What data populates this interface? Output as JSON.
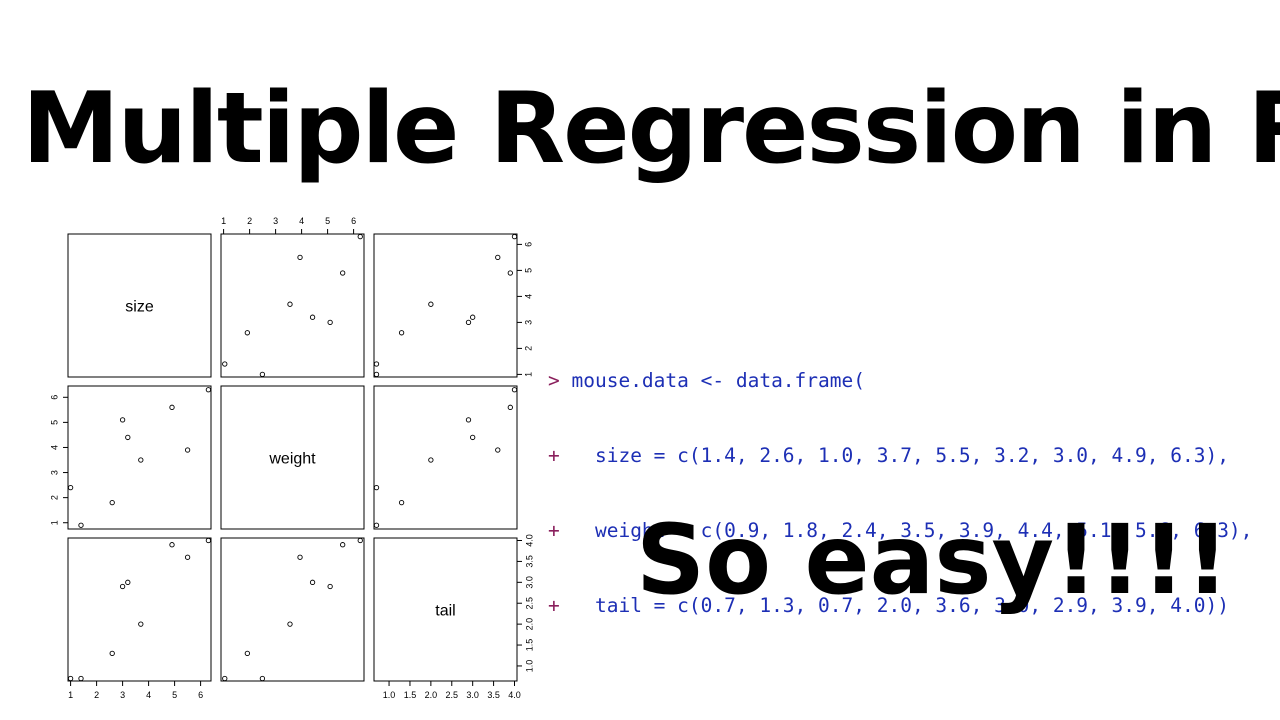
{
  "title": "Multiple Regression in R",
  "tagline": "So easy!!!!",
  "code": {
    "lines": [
      {
        "prompt": ">",
        "text": " mouse.data <- data.frame("
      },
      {
        "prompt": "+",
        "text": "   size = c(1.4, 2.6, 1.0, 3.7, 5.5, 3.2, 3.0, 4.9, 6.3),"
      },
      {
        "prompt": "+",
        "text": "   weight = c(0.9, 1.8, 2.4, 3.5, 3.9, 4.4, 5.1, 5.6, 6.3),"
      },
      {
        "prompt": "+",
        "text": "   tail = c(0.7, 1.3, 0.7, 2.0, 3.6, 3.0, 2.9, 3.9, 4.0))"
      }
    ]
  },
  "chart_data": {
    "type": "scatter",
    "variables": [
      {
        "name": "size",
        "values": [
          1.4,
          2.6,
          1.0,
          3.7,
          5.5,
          3.2,
          3.0,
          4.9,
          6.3
        ],
        "ticks": [
          "1",
          "2",
          "3",
          "4",
          "5",
          "6"
        ],
        "range": [
          0.9,
          6.4
        ]
      },
      {
        "name": "weight",
        "values": [
          0.9,
          1.8,
          2.4,
          3.5,
          3.9,
          4.4,
          5.1,
          5.6,
          6.3
        ],
        "ticks": [
          "1",
          "2",
          "3",
          "4",
          "5",
          "6"
        ],
        "range": [
          0.75,
          6.45
        ]
      },
      {
        "name": "tail",
        "values": [
          0.7,
          1.3,
          0.7,
          2.0,
          3.6,
          3.0,
          2.9,
          3.9,
          4.0
        ],
        "ticks": [
          "1.0",
          "1.5",
          "2.0",
          "2.5",
          "3.0",
          "3.5",
          "4.0"
        ],
        "range": [
          0.64,
          4.06
        ]
      }
    ],
    "grid": false
  }
}
